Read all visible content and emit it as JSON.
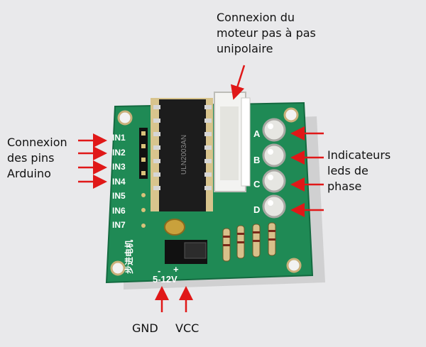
{
  "annotations": {
    "motor_connection": [
      "Connexion du",
      "moteur pas à pas",
      "unipolaire"
    ],
    "arduino_pins": [
      "Connexion",
      "des pins",
      "Arduino"
    ],
    "phase_leds": [
      "Indicateurs",
      "leds de",
      "phase"
    ],
    "gnd": "GND",
    "vcc": "VCC"
  },
  "board": {
    "input_labels": [
      "IN1",
      "IN2",
      "IN3",
      "IN4",
      "IN5",
      "IN6",
      "IN7"
    ],
    "motor_pin_labels": [
      "A",
      "B",
      "C",
      "D"
    ],
    "chip_text": [
      "ULN2003AN"
    ],
    "voltage_label": "5-12V",
    "power_polarity": [
      "-",
      "+"
    ],
    "silkscreen_cn": "步进电机"
  },
  "colors": {
    "background": "#e9e9eb",
    "pcb_green": "#1f8a55",
    "arrow_red": "#e01818",
    "chip_black": "#1c1c1c",
    "connector_white": "#f3f3f1"
  }
}
